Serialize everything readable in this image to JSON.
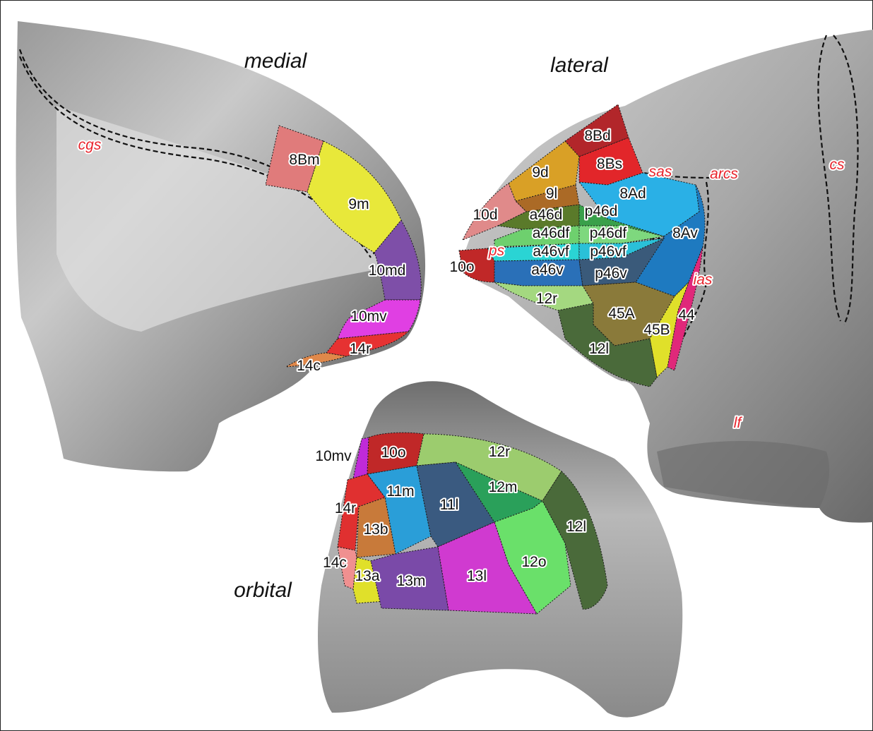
{
  "views": {
    "medial": "medial",
    "lateral": "lateral",
    "orbital": "orbital"
  },
  "colors": {
    "cortex_light": "#cfcfcf",
    "cortex_dark": "#5a5a5a",
    "sulcus_label": "#e8232b",
    "outline": "#1a1a1a"
  },
  "sulci": {
    "cgs": "cgs",
    "sas": "sas",
    "arcs": "arcs",
    "cs": "cs",
    "ps": "ps",
    "ias": "ias",
    "lf": "lf"
  },
  "areas": {
    "medial": [
      {
        "label": "8Bm",
        "color": "#e07b7b"
      },
      {
        "label": "9m",
        "color": "#e8e83a"
      },
      {
        "label": "10md",
        "color": "#7e4fa8"
      },
      {
        "label": "10mv",
        "color": "#e03fe3"
      },
      {
        "label": "14r",
        "color": "#e63232"
      },
      {
        "label": "14c",
        "color": "#e0884a"
      }
    ],
    "lateral": [
      {
        "label": "8Bd",
        "color": "#b2262a"
      },
      {
        "label": "8Bs",
        "color": "#e2262a"
      },
      {
        "label": "9d",
        "color": "#d9a026"
      },
      {
        "label": "9l",
        "color": "#ab6a26"
      },
      {
        "label": "8Ad",
        "color": "#2ab0e6"
      },
      {
        "label": "10d",
        "color": "#e08a8a"
      },
      {
        "label": "a46d",
        "color": "#5a7a2a"
      },
      {
        "label": "p46d",
        "color": "#3aa04a"
      },
      {
        "label": "a46df",
        "color": "#6ed06e"
      },
      {
        "label": "p46df",
        "color": "#7ed87e"
      },
      {
        "label": "8Av",
        "color": "#1e7ac0"
      },
      {
        "label": "a46vf",
        "color": "#2ad4d4"
      },
      {
        "label": "p46vf",
        "color": "#2ac0d8"
      },
      {
        "label": "10o",
        "color": "#c02828"
      },
      {
        "label": "a46v",
        "color": "#2a70b8"
      },
      {
        "label": "p46v",
        "color": "#3a5a7a"
      },
      {
        "label": "12r",
        "color": "#a4d880"
      },
      {
        "label": "45A",
        "color": "#8a7a3a"
      },
      {
        "label": "44",
        "color": "#e0287a"
      },
      {
        "label": "45B",
        "color": "#e0e02a"
      },
      {
        "label": "12l",
        "color": "#4a6a3a"
      }
    ],
    "orbital": [
      {
        "label": "10mv",
        "color": "#c02ad8"
      },
      {
        "label": "10o",
        "color": "#c02828"
      },
      {
        "label": "12r",
        "color": "#9ccc6e"
      },
      {
        "label": "11m",
        "color": "#2a9ed8"
      },
      {
        "label": "11l",
        "color": "#3a5a80"
      },
      {
        "label": "12m",
        "color": "#2aa05a"
      },
      {
        "label": "14r",
        "color": "#e03030"
      },
      {
        "label": "13b",
        "color": "#c87a3a"
      },
      {
        "label": "12l",
        "color": "#4a6a3a"
      },
      {
        "label": "12o",
        "color": "#6ae06a"
      },
      {
        "label": "14c",
        "color": "#f09090"
      },
      {
        "label": "13a",
        "color": "#e0e02a"
      },
      {
        "label": "13m",
        "color": "#7a4aa8"
      },
      {
        "label": "13l",
        "color": "#d03ad0"
      }
    ]
  }
}
